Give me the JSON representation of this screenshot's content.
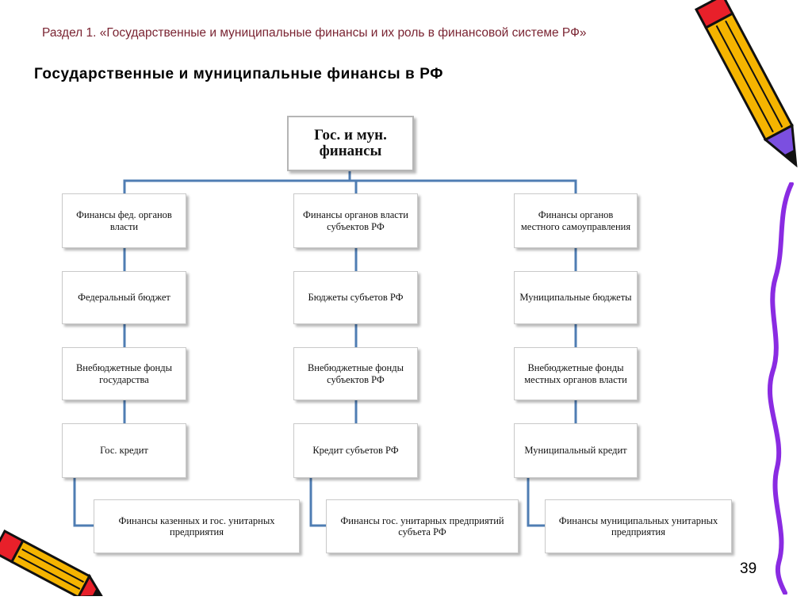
{
  "header": {
    "section": "Раздел 1. «Государственные и муниципальные финансы и их роль в финансовой системе РФ»",
    "title": "Государственные и муниципальные финансы в РФ"
  },
  "diagram": {
    "root": "Гос. и мун. финансы",
    "columns": [
      {
        "head": "Финансы фед. органов власти",
        "items": [
          "Федеральный бюджет",
          "Внебюджетные фонды государства",
          "Гос. кредит"
        ],
        "enterprise": "Финансы казенных и гос. унитарных предприятия"
      },
      {
        "head": "Финансы органов власти субъектов РФ",
        "items": [
          "Бюджеты субъетов РФ",
          "Внебюджетные фонды субъектов РФ",
          "Кредит субъетов РФ"
        ],
        "enterprise": "Финансы гос. унитарных предприятий субъета РФ"
      },
      {
        "head": "Финансы органов местного самоуправления",
        "items": [
          "Муниципальные бюджеты",
          "Внебюджетные фонды местных органов власти",
          "Муниципальный кредит"
        ],
        "enterprise": "Финансы муниципальных унитарных предприятия"
      }
    ]
  },
  "footer": {
    "page_number": "39"
  },
  "colors": {
    "connector": "#4f7db3",
    "header_text": "#7a2432",
    "box_border": "#c9c9c9"
  },
  "decorations": [
    "pencil-icon",
    "squiggle-line",
    "pencil-icon"
  ]
}
